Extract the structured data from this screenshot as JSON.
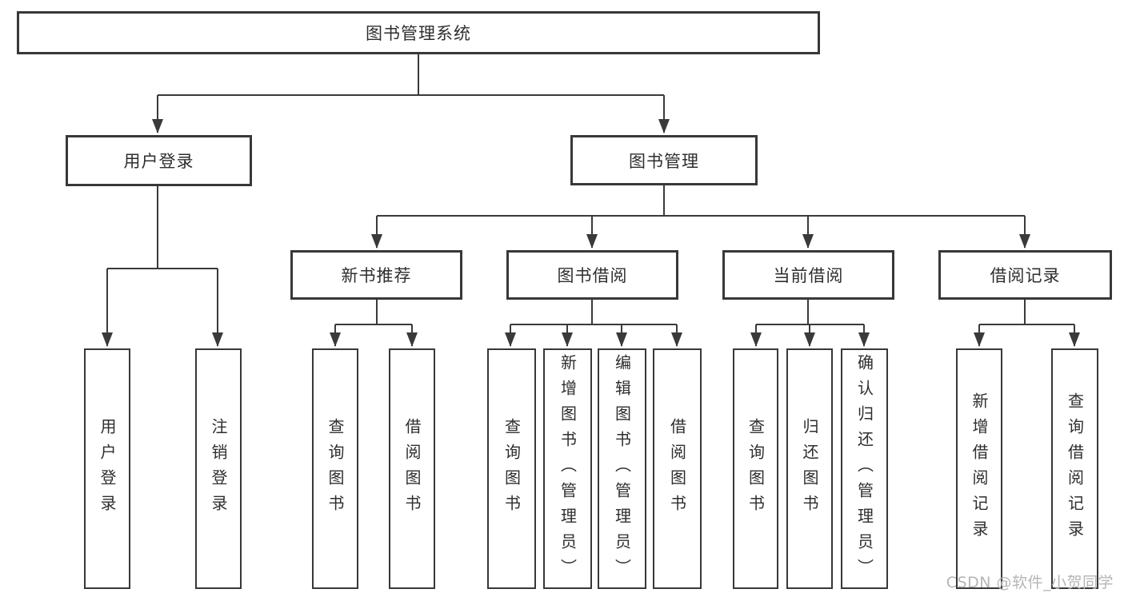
{
  "diagram_type": "tree",
  "root": {
    "label": "图书管理系统",
    "children": [
      {
        "label": "用户登录",
        "children": [
          {
            "label": "用户登录"
          },
          {
            "label": "注销登录"
          }
        ]
      },
      {
        "label": "图书管理",
        "children": [
          {
            "label": "新书推荐",
            "children": [
              {
                "label": "查询图书"
              },
              {
                "label": "借阅图书"
              }
            ]
          },
          {
            "label": "图书借阅",
            "children": [
              {
                "label": "查询图书"
              },
              {
                "label": "新增图书（管理员）"
              },
              {
                "label": "编辑图书（管理员）"
              },
              {
                "label": "借阅图书"
              }
            ]
          },
          {
            "label": "当前借阅",
            "children": [
              {
                "label": "查询图书"
              },
              {
                "label": "归还图书"
              },
              {
                "label": "确认归还（管理员）"
              }
            ]
          },
          {
            "label": "借阅记录",
            "children": [
              {
                "label": "新增借阅记录"
              },
              {
                "label": "查询借阅记录"
              }
            ]
          }
        ]
      }
    ]
  },
  "watermark": "CSDN @软件_小贺同学",
  "colors": {
    "line": "#3a3a3a",
    "border": "#383838",
    "text": "#2e2e2e",
    "watermark": "#b5b5b5",
    "bg": "#ffffff"
  }
}
